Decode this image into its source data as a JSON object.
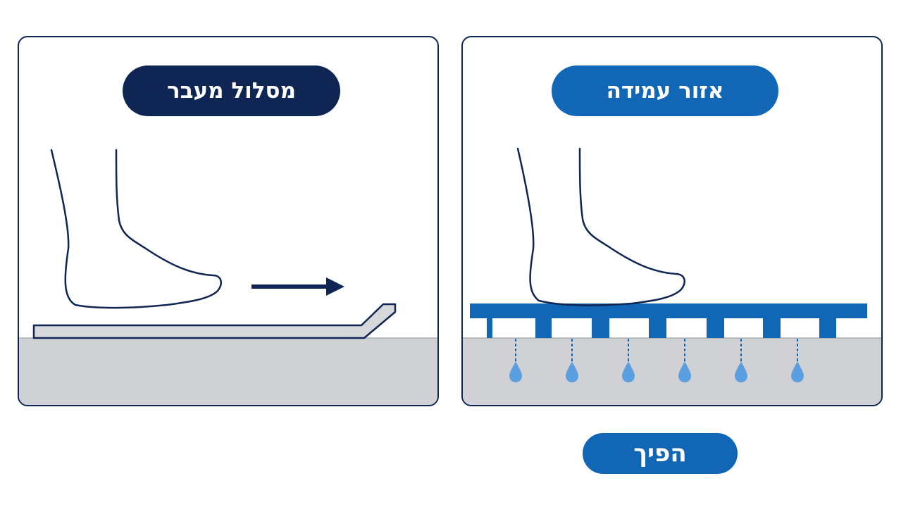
{
  "panels": {
    "left": {
      "label": "מסלול מעבר"
    },
    "right": {
      "label": "אזור עמידה"
    }
  },
  "bottom_label": "הפיך",
  "icons": {
    "left": [
      "foot-outline-icon",
      "arrow-right-icon",
      "flat-mat-icon",
      "floor-icon"
    ],
    "right": [
      "foot-outline-icon",
      "slotted-grate-icon",
      "water-drop-icon",
      "floor-icon"
    ]
  },
  "colors": {
    "navy": "#0f2553",
    "blue": "#1167b6",
    "drop": "#5b9ee0",
    "floor": "#cfd1d4",
    "mat_fill": "#d6d8db"
  }
}
